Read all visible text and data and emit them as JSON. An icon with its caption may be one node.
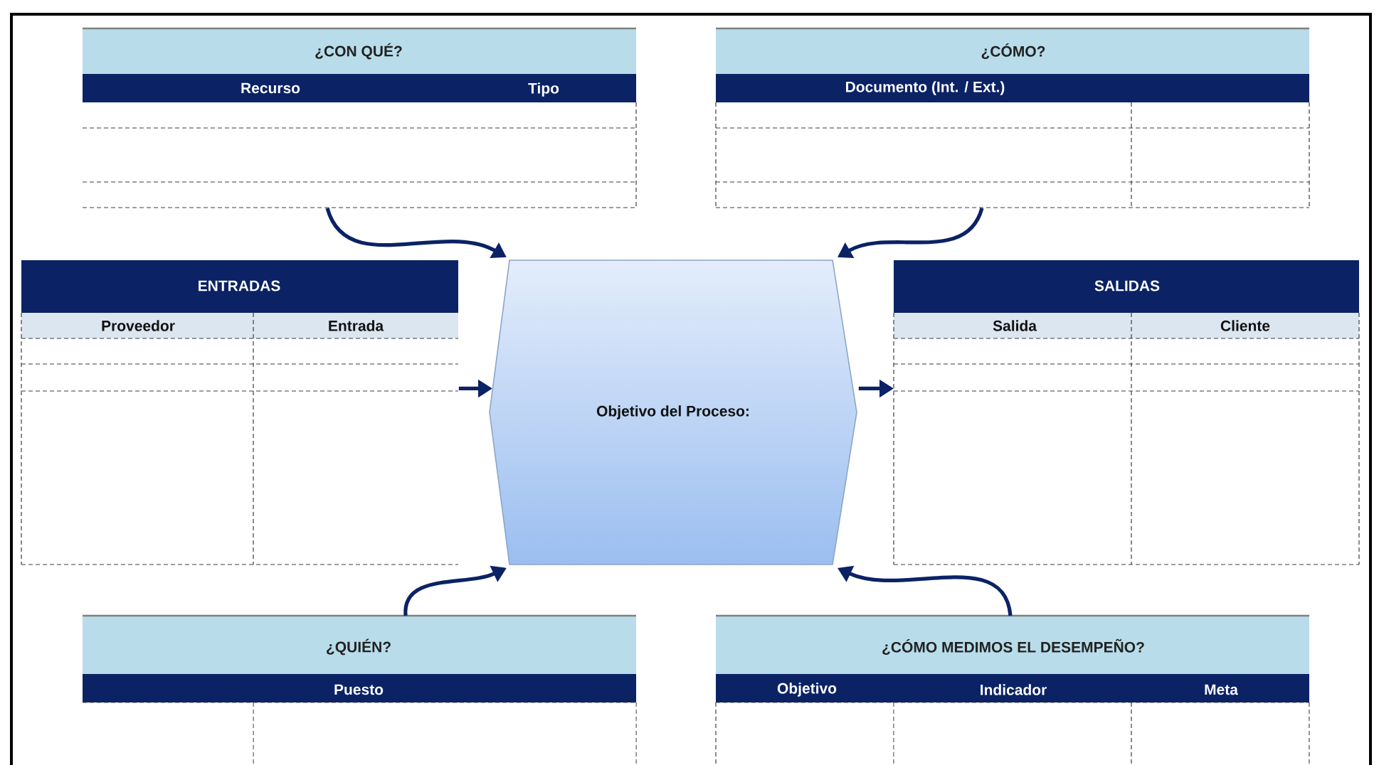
{
  "diagram": {
    "nodes": [
      {
        "text": [
          "¿CON QUÉ?",
          "Recurso",
          "Tipo"
        ]
      },
      {
        "text": [
          "¿CÓMO?",
          "Documento (Int. / Ext.)"
        ]
      },
      {
        "text": [
          "ENTRADAS",
          "Proveedor",
          "Entrada"
        ]
      },
      {
        "text": [
          "Objetivo del Proceso:"
        ]
      },
      {
        "text": [
          "SALIDAS",
          "Salida",
          "Cliente"
        ]
      },
      {
        "text": [
          "¿QUIÉN?",
          "Puesto"
        ]
      },
      {
        "text": [
          "¿CÓMO MEDIMOS EL DESEMPEÑO?",
          "Objetivo",
          "Indicador",
          "Meta"
        ]
      }
    ],
    "edges": [
      {
        "from": 0,
        "to": 3,
        "arrow": "to"
      },
      {
        "from": 1,
        "to": 3,
        "arrow": "to"
      },
      {
        "from": 2,
        "to": 3,
        "arrow": "to"
      },
      {
        "from": 3,
        "to": 4,
        "arrow": "to"
      },
      {
        "from": 5,
        "to": 3,
        "arrow": "to"
      },
      {
        "from": 6,
        "to": 3,
        "arrow": "to"
      }
    ]
  }
}
